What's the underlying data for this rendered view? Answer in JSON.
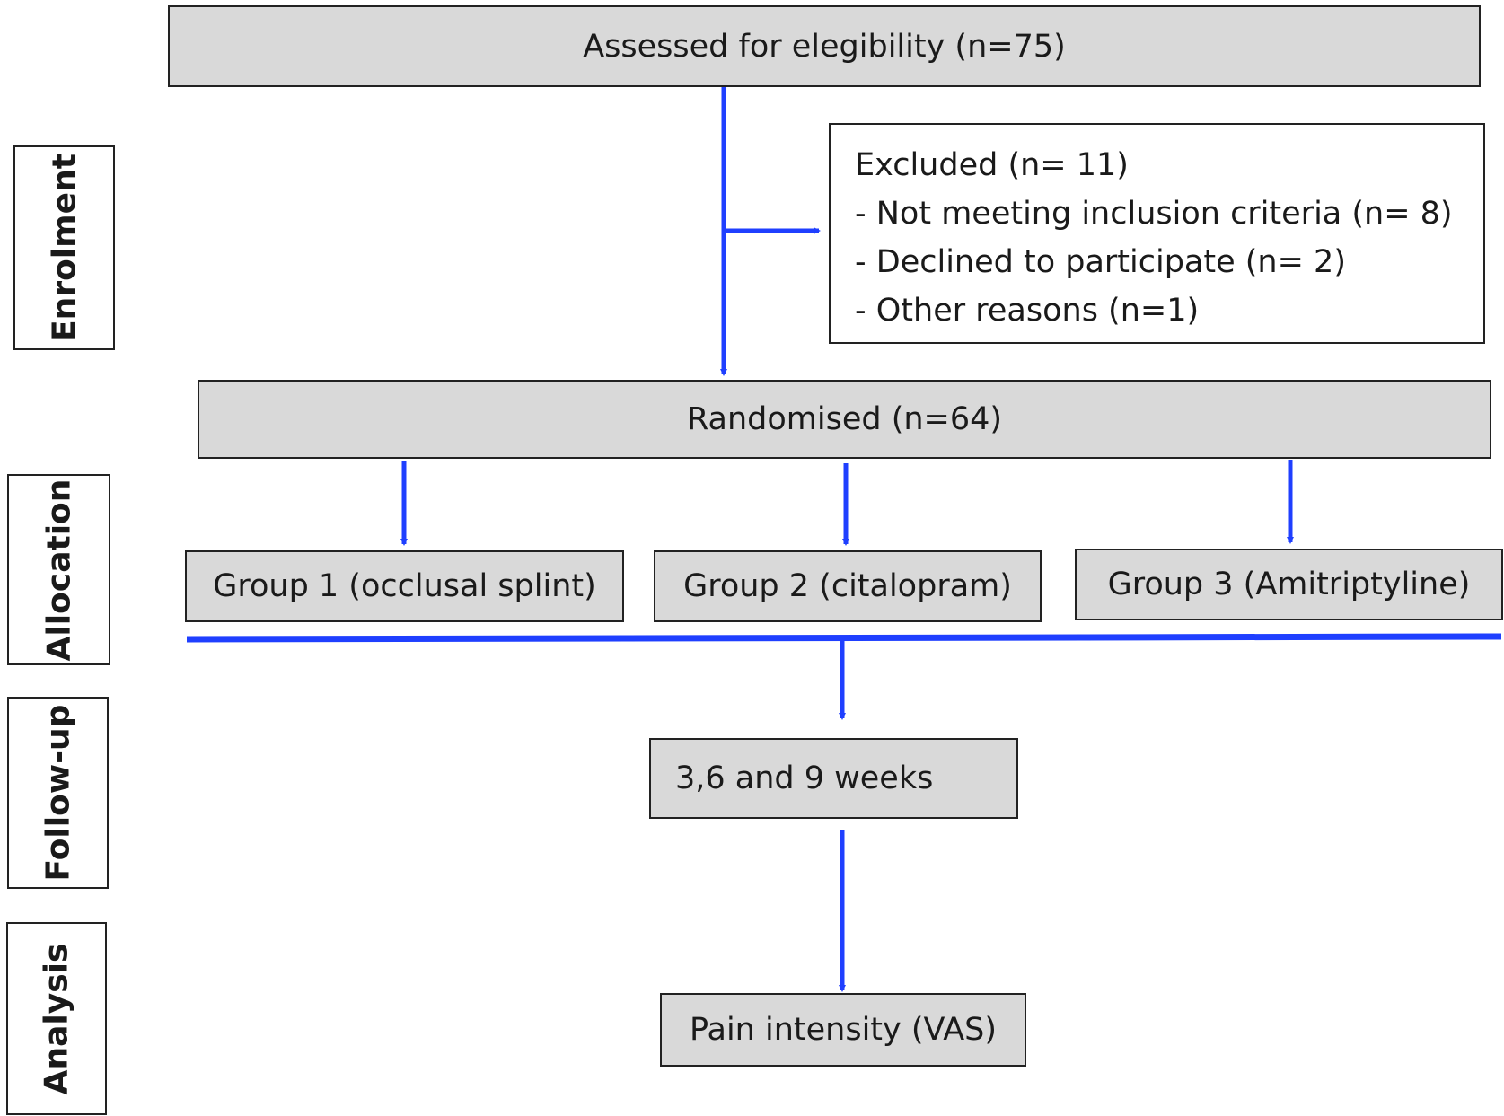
{
  "stages": {
    "enrolment": "Enrolment",
    "allocation": "Allocation",
    "follow_up": "Follow-up",
    "analysis": "Analysis"
  },
  "assessed": "Assessed for elegibility (n=75)",
  "excluded": {
    "title": "Excluded (n= 11)",
    "reasons": [
      "- Not meeting inclusion criteria (n= 8)",
      "- Declined to participate (n= 2)",
      "- Other reasons (n=1)"
    ]
  },
  "randomised": "Randomised (n=64)",
  "groups": [
    "Group 1 (occlusal splint)",
    "Group 2 (citalopram)",
    "Group 3 (Amitriptyline)"
  ],
  "follow_up": "3,6 and 9 weeks",
  "analysis": "Pain intensity (VAS)",
  "colors": {
    "arrow": "#1f3fff",
    "box_fill": "#d9d9d9",
    "border": "#222222"
  }
}
